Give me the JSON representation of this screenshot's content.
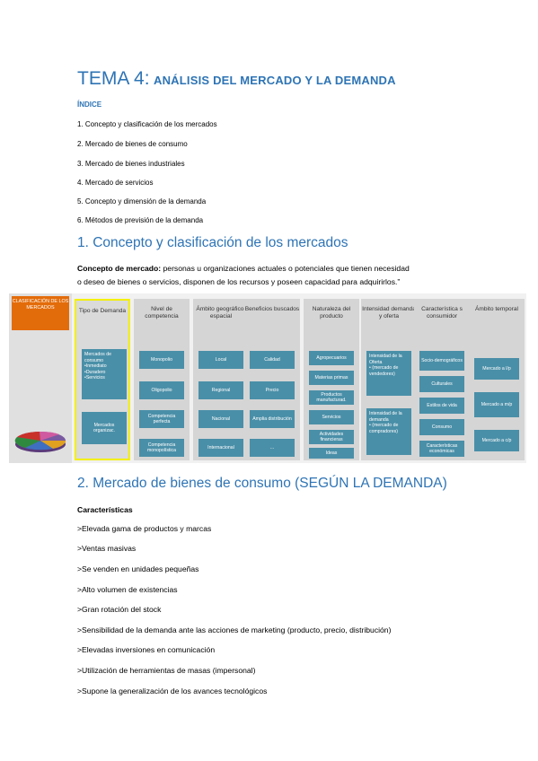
{
  "title": {
    "big": "TEMA 4:",
    "small": "ANÁLISIS DEL MERCADO Y LA DEMANDA"
  },
  "indice": {
    "heading": "ÍNDICE",
    "items": [
      "1. Concepto y clasificación de los mercados",
      "2. Mercado de bienes de consumo",
      "3. Mercado de bienes industriales",
      "4. Mercado de servicios",
      "5. Concepto y dimensión de la demanda",
      "6. Métodos de previsión de la demanda"
    ]
  },
  "section1": {
    "heading": "1. Concepto y clasificación de los mercados",
    "concept_label": "Concepto de mercado:",
    "concept_line1": " personas u organizaciones actuales o potenciales que tienen necesidad",
    "concept_line2": "o deseo de bienes o servicios, disponen de los recursos y poseen capacidad para adquirirlos.”"
  },
  "diagram": {
    "left_label": "CLASIFICACIÓN DE LOS MERCADOS",
    "columns": [
      {
        "head": "Tipo de Demanda",
        "boxes": [
          "Mercados de consumo\n•Inmediato\n•Duradero\n•Servicios",
          "Mercados organizac."
        ]
      },
      {
        "head": "Nivel de competencia",
        "boxes": [
          "Monopolio",
          "Oligopolio",
          "Competencia perfecta",
          "Competencia monopolística"
        ]
      },
      {
        "head": "Ámbito geográfico-espacial",
        "boxes": [
          "Local",
          "Regional",
          "Nacional",
          "Internacional"
        ]
      },
      {
        "head": "Beneficios buscados",
        "boxes": [
          "Calidad",
          "Precio",
          "Amplia distribución",
          "..."
        ]
      },
      {
        "head": "Naturaleza del producto",
        "boxes": [
          "Agropecuarios",
          "Materias primas",
          "Productos manufacturad.",
          "Servicios",
          "Actividades financieras",
          "Ideas"
        ]
      },
      {
        "head": "Intensidad demanda y oferta",
        "boxes": [
          "Intensidad de la Oferta\n• (mercado de vendedores)",
          "Intensidad de la demanda\n• (mercado de compradores)"
        ]
      },
      {
        "head": "Característica s consumidor",
        "boxes": [
          "Socio-demográficos",
          "Culturales",
          "Estilos de vida",
          "Consumo",
          "Características económicas"
        ]
      },
      {
        "head": "Ámbito temporal",
        "boxes": [
          "Mercado a l/p",
          "Mercado a m/p",
          "Mercado a c/p"
        ]
      }
    ],
    "colors": {
      "box": "#4a8fa8",
      "label": "#e36c0a",
      "highlight": "#f4f000"
    }
  },
  "section2": {
    "heading": "2. Mercado de bienes de consumo (SEGÚN LA DEMANDA)",
    "characteristics_heading": "Características",
    "bullets": [
      " >Elevada gama de productos y marcas",
      ">Ventas masivas",
      ">Se venden en unidades pequeñas",
      ">Alto volumen de existencias",
      ">Gran rotación del stock",
      ">Sensibilidad de la demanda ante las acciones de marketing (producto, precio, distribución)",
      ">Elevadas inversiones en comunicación",
      " >Utilización de herramientas de masas (impersonal)",
      ">Supone la generalización de los avances tecnológicos"
    ]
  }
}
